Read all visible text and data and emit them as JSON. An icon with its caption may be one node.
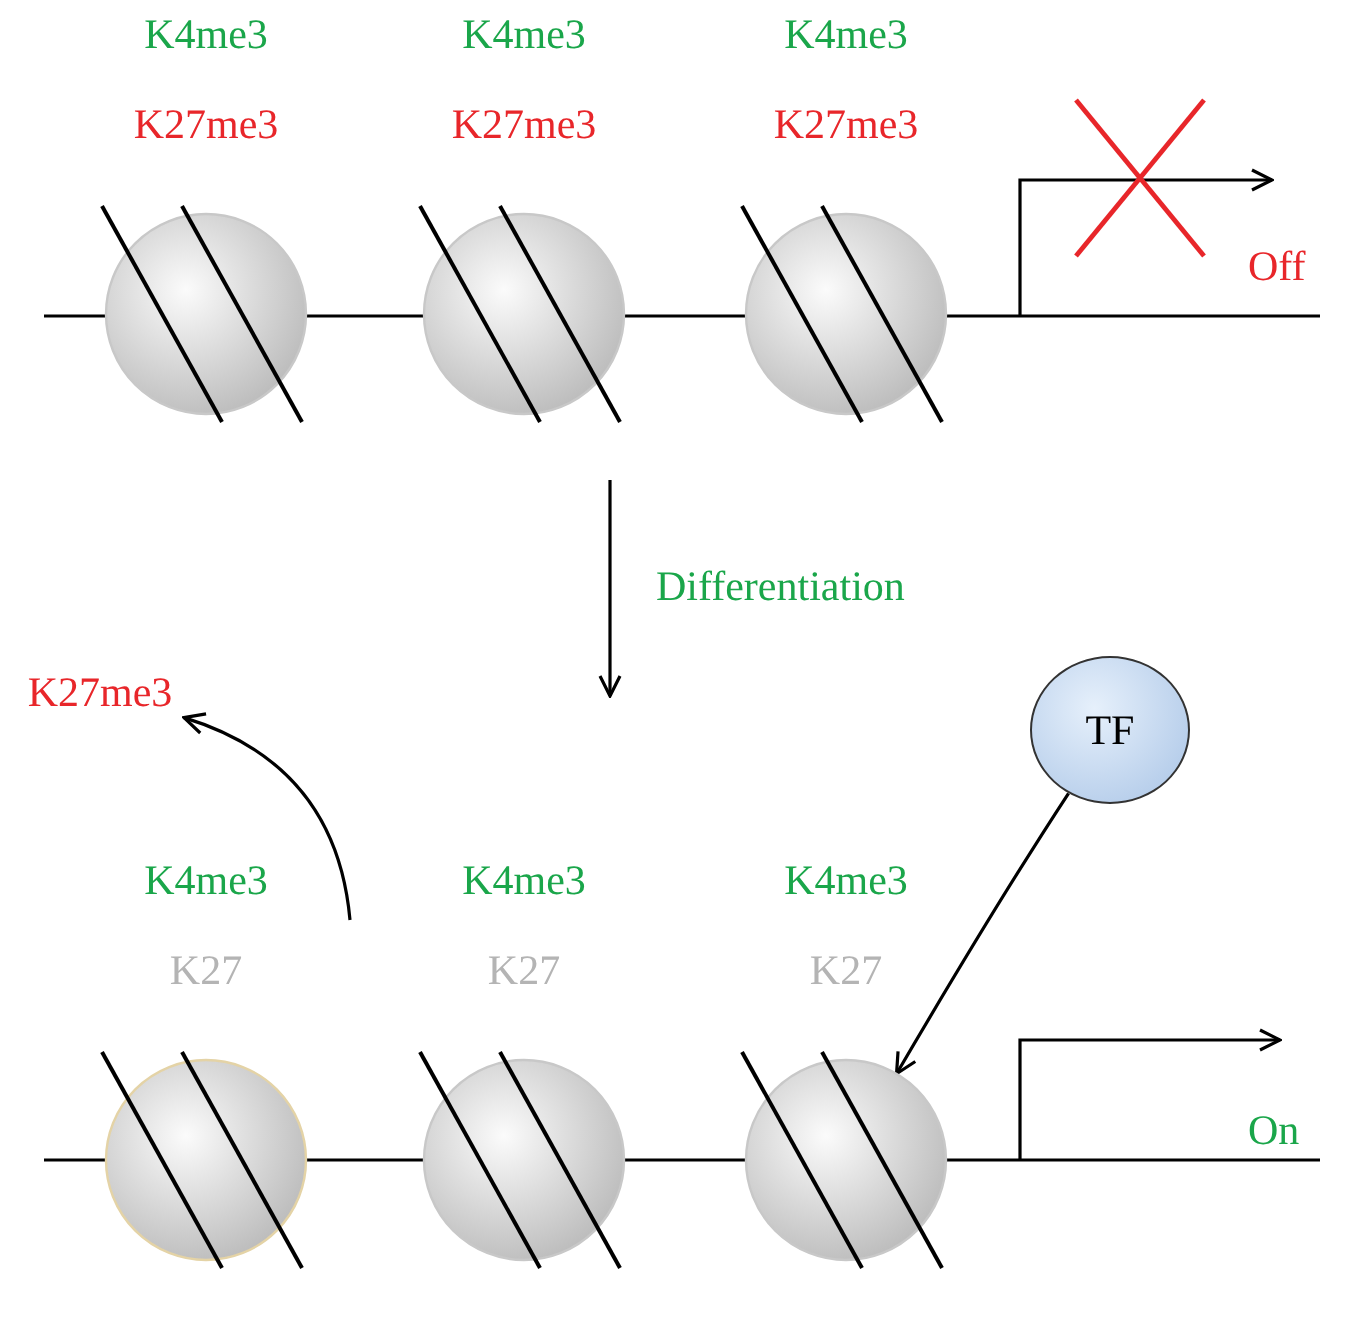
{
  "diagram": {
    "nodes": [
      {
        "text": [],
        "shape": "circle",
        "beside": [
          "K4me3",
          "K27me3"
        ]
      },
      {
        "text": [],
        "shape": "circle",
        "beside": [
          "K4me3",
          "K27me3"
        ]
      },
      {
        "text": [],
        "shape": "circle",
        "beside": [
          "K4me3",
          "K27me3"
        ]
      },
      {
        "text": [
          "K27me3"
        ]
      },
      {
        "text": [
          "TF"
        ]
      },
      {
        "text": [],
        "shape": "circle",
        "beside": [
          "K4me3",
          "K27"
        ]
      },
      {
        "text": [],
        "shape": "circle",
        "beside": [
          "K4me3",
          "K27"
        ]
      },
      {
        "text": [],
        "shape": "circle",
        "beside": [
          "K4me3",
          "K27"
        ]
      }
    ],
    "edges": [
      {
        "from": null,
        "to": 3,
        "arrow": "to"
      },
      {
        "from": 4,
        "to": 7,
        "arrow": "to"
      }
    ],
    "labels": [
      "Off",
      "Differentiation",
      "On"
    ]
  }
}
